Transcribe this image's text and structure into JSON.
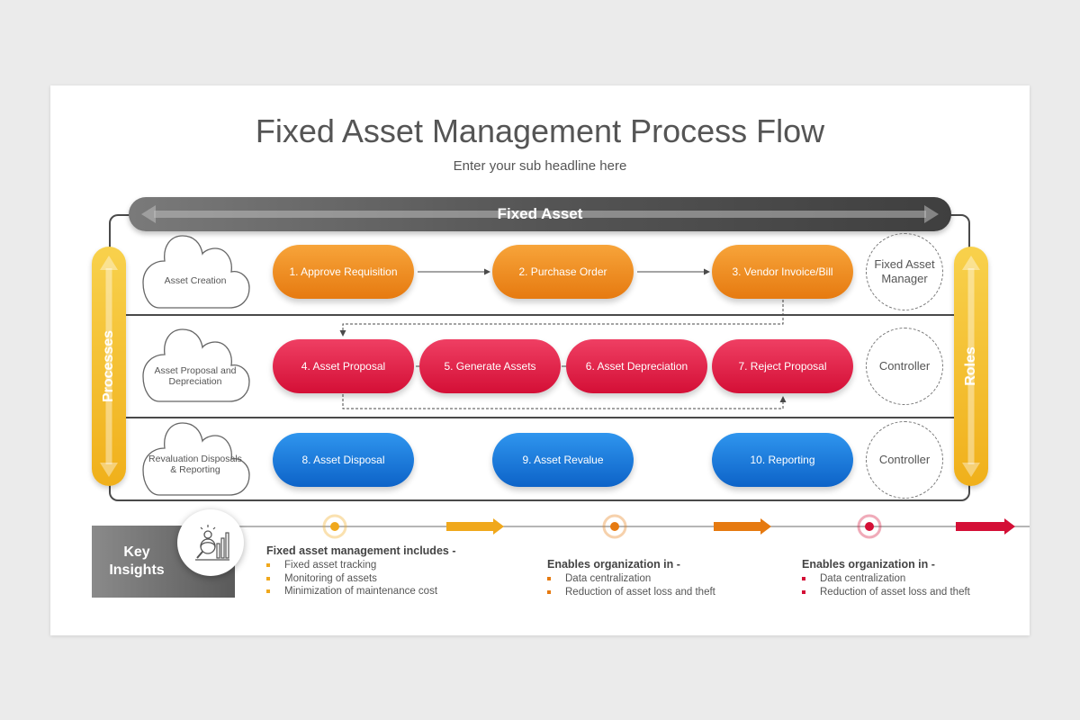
{
  "title": "Fixed Asset Management Process Flow",
  "subtitle": "Enter your sub headline here",
  "top_bar": "Fixed Asset",
  "left_bar": "Processes",
  "right_bar": "Roles",
  "rows": [
    {
      "cloud": "Asset Creation",
      "steps": [
        "1. Approve Requisition",
        "2. Purchase Order",
        "3. Vendor Invoice/Bill"
      ],
      "role": "Fixed Asset Manager"
    },
    {
      "cloud": "Asset Proposal and Depreciation",
      "steps": [
        "4. Asset Proposal",
        "5. Generate Assets",
        "6. Asset Depreciation",
        "7. Reject Proposal"
      ],
      "role": "Controller"
    },
    {
      "cloud": "Revaluation Disposals & Reporting",
      "steps": [
        "8. Asset Disposal",
        "9. Asset Revalue",
        "10. Reporting"
      ],
      "role": "Controller"
    }
  ],
  "key_insights": {
    "label": "Key Insights",
    "icon": "analytics-person-icon",
    "sections": [
      {
        "title": "Fixed asset management includes -",
        "color": "#f0a81c",
        "items": [
          "Fixed asset tracking",
          "Monitoring of assets",
          "Minimization of maintenance cost"
        ]
      },
      {
        "title": "Enables organization in -",
        "color": "#e67a10",
        "items": [
          "Data centralization",
          "Reduction of asset loss and theft"
        ]
      },
      {
        "title": "Enables organization in -",
        "color": "#d40f36",
        "items": [
          "Data centralization",
          "Reduction of asset loss and theft"
        ]
      }
    ]
  },
  "colors": {
    "orange": "#e67a10",
    "red": "#d40f36",
    "blue": "#0d63c8",
    "yellow": "#f0b01b",
    "gray_bar": "#555555"
  }
}
